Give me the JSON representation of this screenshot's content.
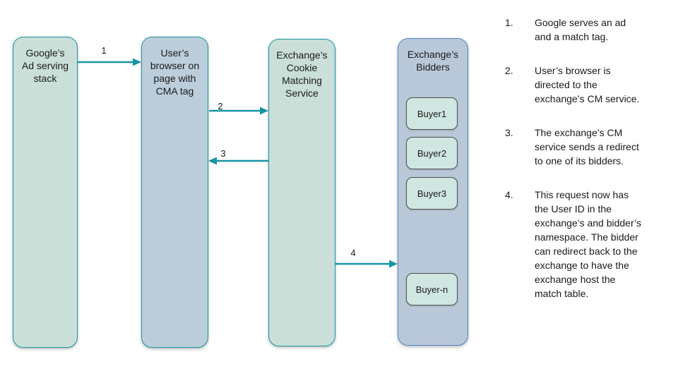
{
  "diagram": {
    "nodes": [
      {
        "label": "Google’s\nAd serving\nstack"
      },
      {
        "label": "User’s\nbrowser on\npage with\nCMA tag"
      },
      {
        "label": "Exchange’s\nCookie\nMatching\nService"
      },
      {
        "label": "Exchange’s\nBidders",
        "bidders": [
          "Buyer1",
          "Buyer2",
          "Buyer3",
          "Buyer-n"
        ]
      }
    ],
    "arrows": [
      {
        "label": "1",
        "from": "Google’s Ad serving stack",
        "to": "User’s browser on page with CMA tag"
      },
      {
        "label": "2",
        "from": "User’s browser on page with CMA tag",
        "to": "Exchange’s Cookie Matching Service"
      },
      {
        "label": "3",
        "from": "Exchange’s Cookie Matching Service",
        "to": "User’s browser on page with CMA tag"
      },
      {
        "label": "4",
        "from": "Exchange’s Cookie Matching Service",
        "to": "Exchange’s Bidders"
      }
    ],
    "colors": {
      "teal_border": "#1795a5",
      "green_fill": "#c9dfd8",
      "blue_fill": "#bccddb",
      "bidders_fill": "#b9c8d9",
      "bidders_border": "#4d82c4",
      "buyer_fill": "#cfe6e1",
      "buyer_border": "#4f4f4f",
      "arrow": "#1795a5",
      "text": "#1a1a1a",
      "background": "#ffffff"
    }
  },
  "steps": [
    {
      "num": "1.",
      "text": "Google serves an ad and a match tag."
    },
    {
      "num": "2.",
      "text": "User’s browser is directed to the exchange’s CM service."
    },
    {
      "num": "3.",
      "text": "The exchange’s CM service sends a redirect to one of its bidders."
    },
    {
      "num": "4.",
      "text": "This request now has the User ID in the exchange’s and bidder’s namespace. The bidder can redirect back to the exchange to have the exchange host the match table."
    }
  ]
}
